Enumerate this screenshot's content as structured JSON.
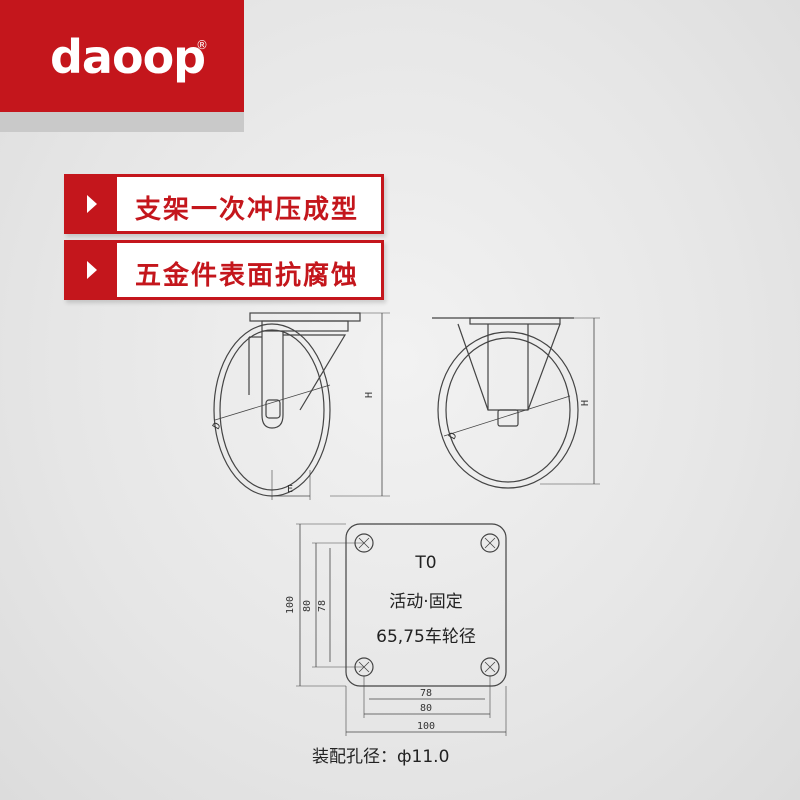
{
  "logo": {
    "text": "daoop",
    "registered": "®",
    "brand_color": "#c4161c"
  },
  "features": [
    {
      "label": "支架一次冲压成型",
      "icon": "play-arrow-icon"
    },
    {
      "label": "五金件表面抗腐蚀",
      "icon": "play-arrow-icon"
    }
  ],
  "drawings": {
    "swivel": {
      "dim_d": "D",
      "dim_h": "H",
      "dim_e": "E"
    },
    "fixed": {
      "dim_d": "D",
      "dim_h": "H"
    }
  },
  "plate": {
    "code": "T0",
    "type": "活动·固定",
    "wheel_size": "65,75车轮径",
    "dims": {
      "outer": "100",
      "mid": "80",
      "inner": "78"
    }
  },
  "mounting_hole": "装配孔径：ф11.0"
}
